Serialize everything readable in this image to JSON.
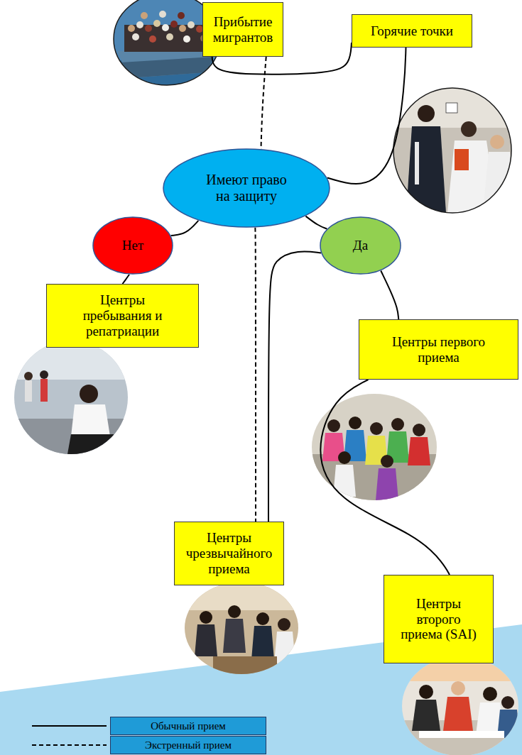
{
  "diagram": {
    "nodes": [
      {
        "text": [
          "Прибытие мигрантов"
        ]
      },
      {
        "text": [
          "Горячие точки"
        ]
      },
      {
        "text": [
          "Имеют право на защиту"
        ]
      },
      {
        "text": [
          "Нет"
        ]
      },
      {
        "text": [
          "Да"
        ]
      },
      {
        "text": [
          "Центры пребывания и репатриации"
        ]
      },
      {
        "text": [
          "Центры первого приема"
        ]
      },
      {
        "text": [
          "Центры чрезвычайного приема"
        ]
      },
      {
        "text": [
          "Центры второго приема (SAI)"
        ]
      }
    ],
    "edges": [
      {
        "from": 0,
        "to": 1,
        "arrow": "none"
      },
      {
        "from": 0,
        "to": 2,
        "arrow": "none"
      },
      {
        "from": 1,
        "to": 2,
        "arrow": "none"
      },
      {
        "from": 2,
        "to": 3,
        "arrow": "none"
      },
      {
        "from": 2,
        "to": 4,
        "arrow": "none"
      },
      {
        "from": 3,
        "to": 5,
        "arrow": "none"
      },
      {
        "from": 4,
        "to": 6,
        "arrow": "none"
      },
      {
        "from": 4,
        "to": 7,
        "arrow": "none"
      },
      {
        "from": 2,
        "to": 7,
        "arrow": "none"
      },
      {
        "from": 6,
        "to": 8,
        "arrow": "none"
      }
    ],
    "legend": [
      {
        "text": "Обычный прием"
      },
      {
        "text": "Экстренный прием"
      }
    ]
  }
}
